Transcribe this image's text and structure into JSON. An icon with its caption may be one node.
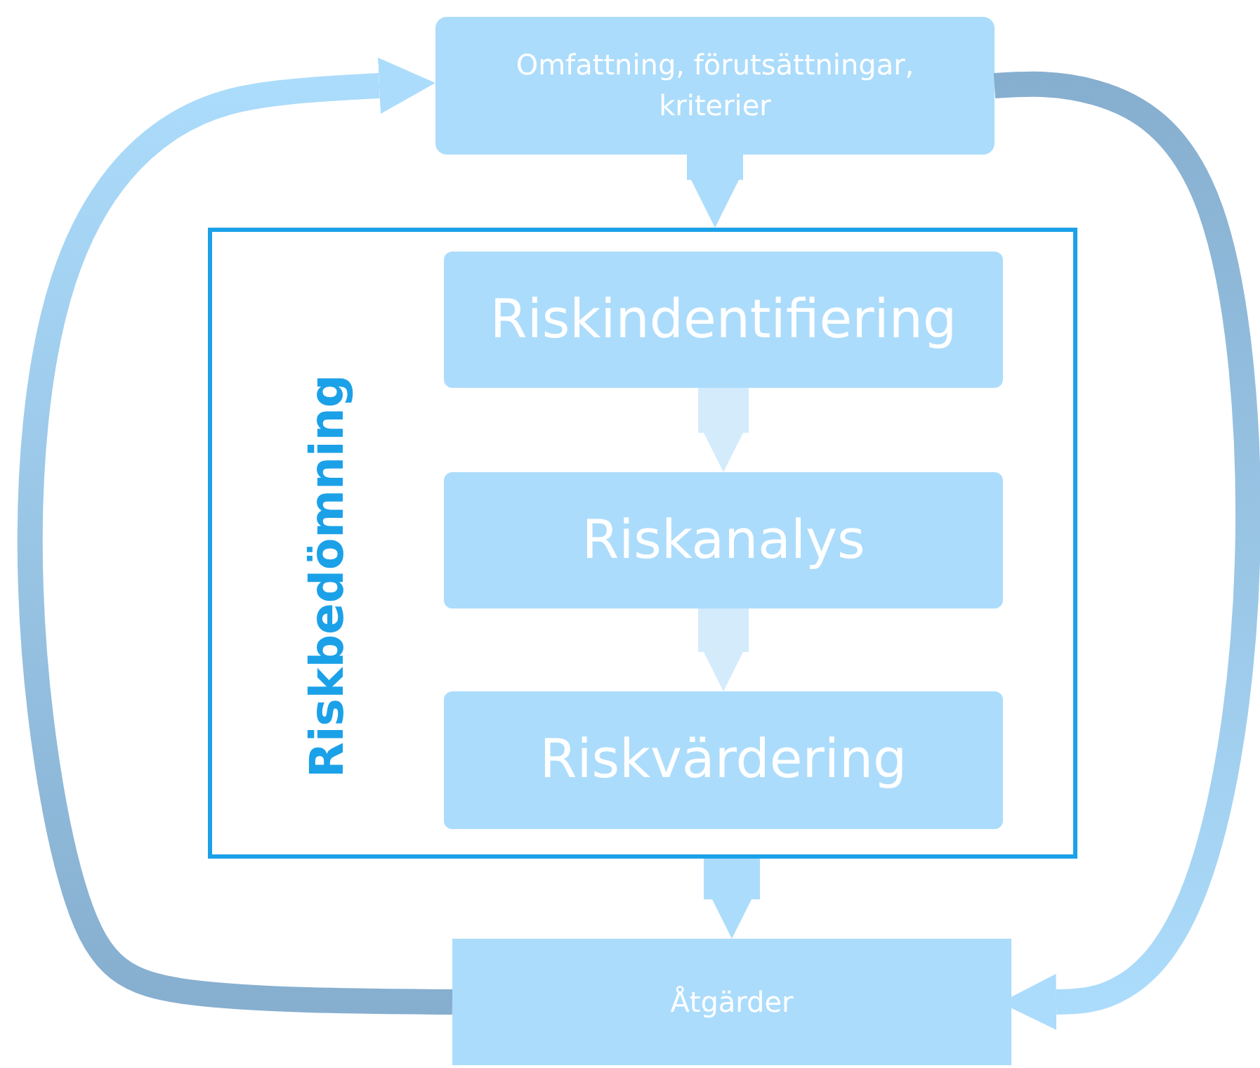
{
  "diagram": {
    "nodes": [
      {
        "text": [
          "Omfattning, förutsättningar, kriterier"
        ]
      },
      {
        "text": [
          "Riskbedömning"
        ]
      },
      {
        "text": [
          "Riskindentifiering"
        ],
        "in": 1
      },
      {
        "text": [
          "Riskanalys"
        ],
        "in": 1
      },
      {
        "text": [
          "Riskvärdering"
        ],
        "in": 1
      },
      {
        "text": [
          "Åtgärder"
        ]
      }
    ],
    "edges": [
      {
        "from": 0,
        "to": 1,
        "arrow": "to"
      },
      {
        "from": 2,
        "to": 3,
        "arrow": "to",
        "color": "#d4ebfc"
      },
      {
        "from": 3,
        "to": 4,
        "arrow": "to",
        "color": "#d4ebfc"
      },
      {
        "from": 1,
        "to": 5,
        "arrow": "to"
      },
      {
        "from": 5,
        "to": 0,
        "arrow": "to",
        "color": "#86aecf"
      },
      {
        "from": 0,
        "to": 5,
        "arrow": "to",
        "color": "#86aecf"
      }
    ]
  }
}
